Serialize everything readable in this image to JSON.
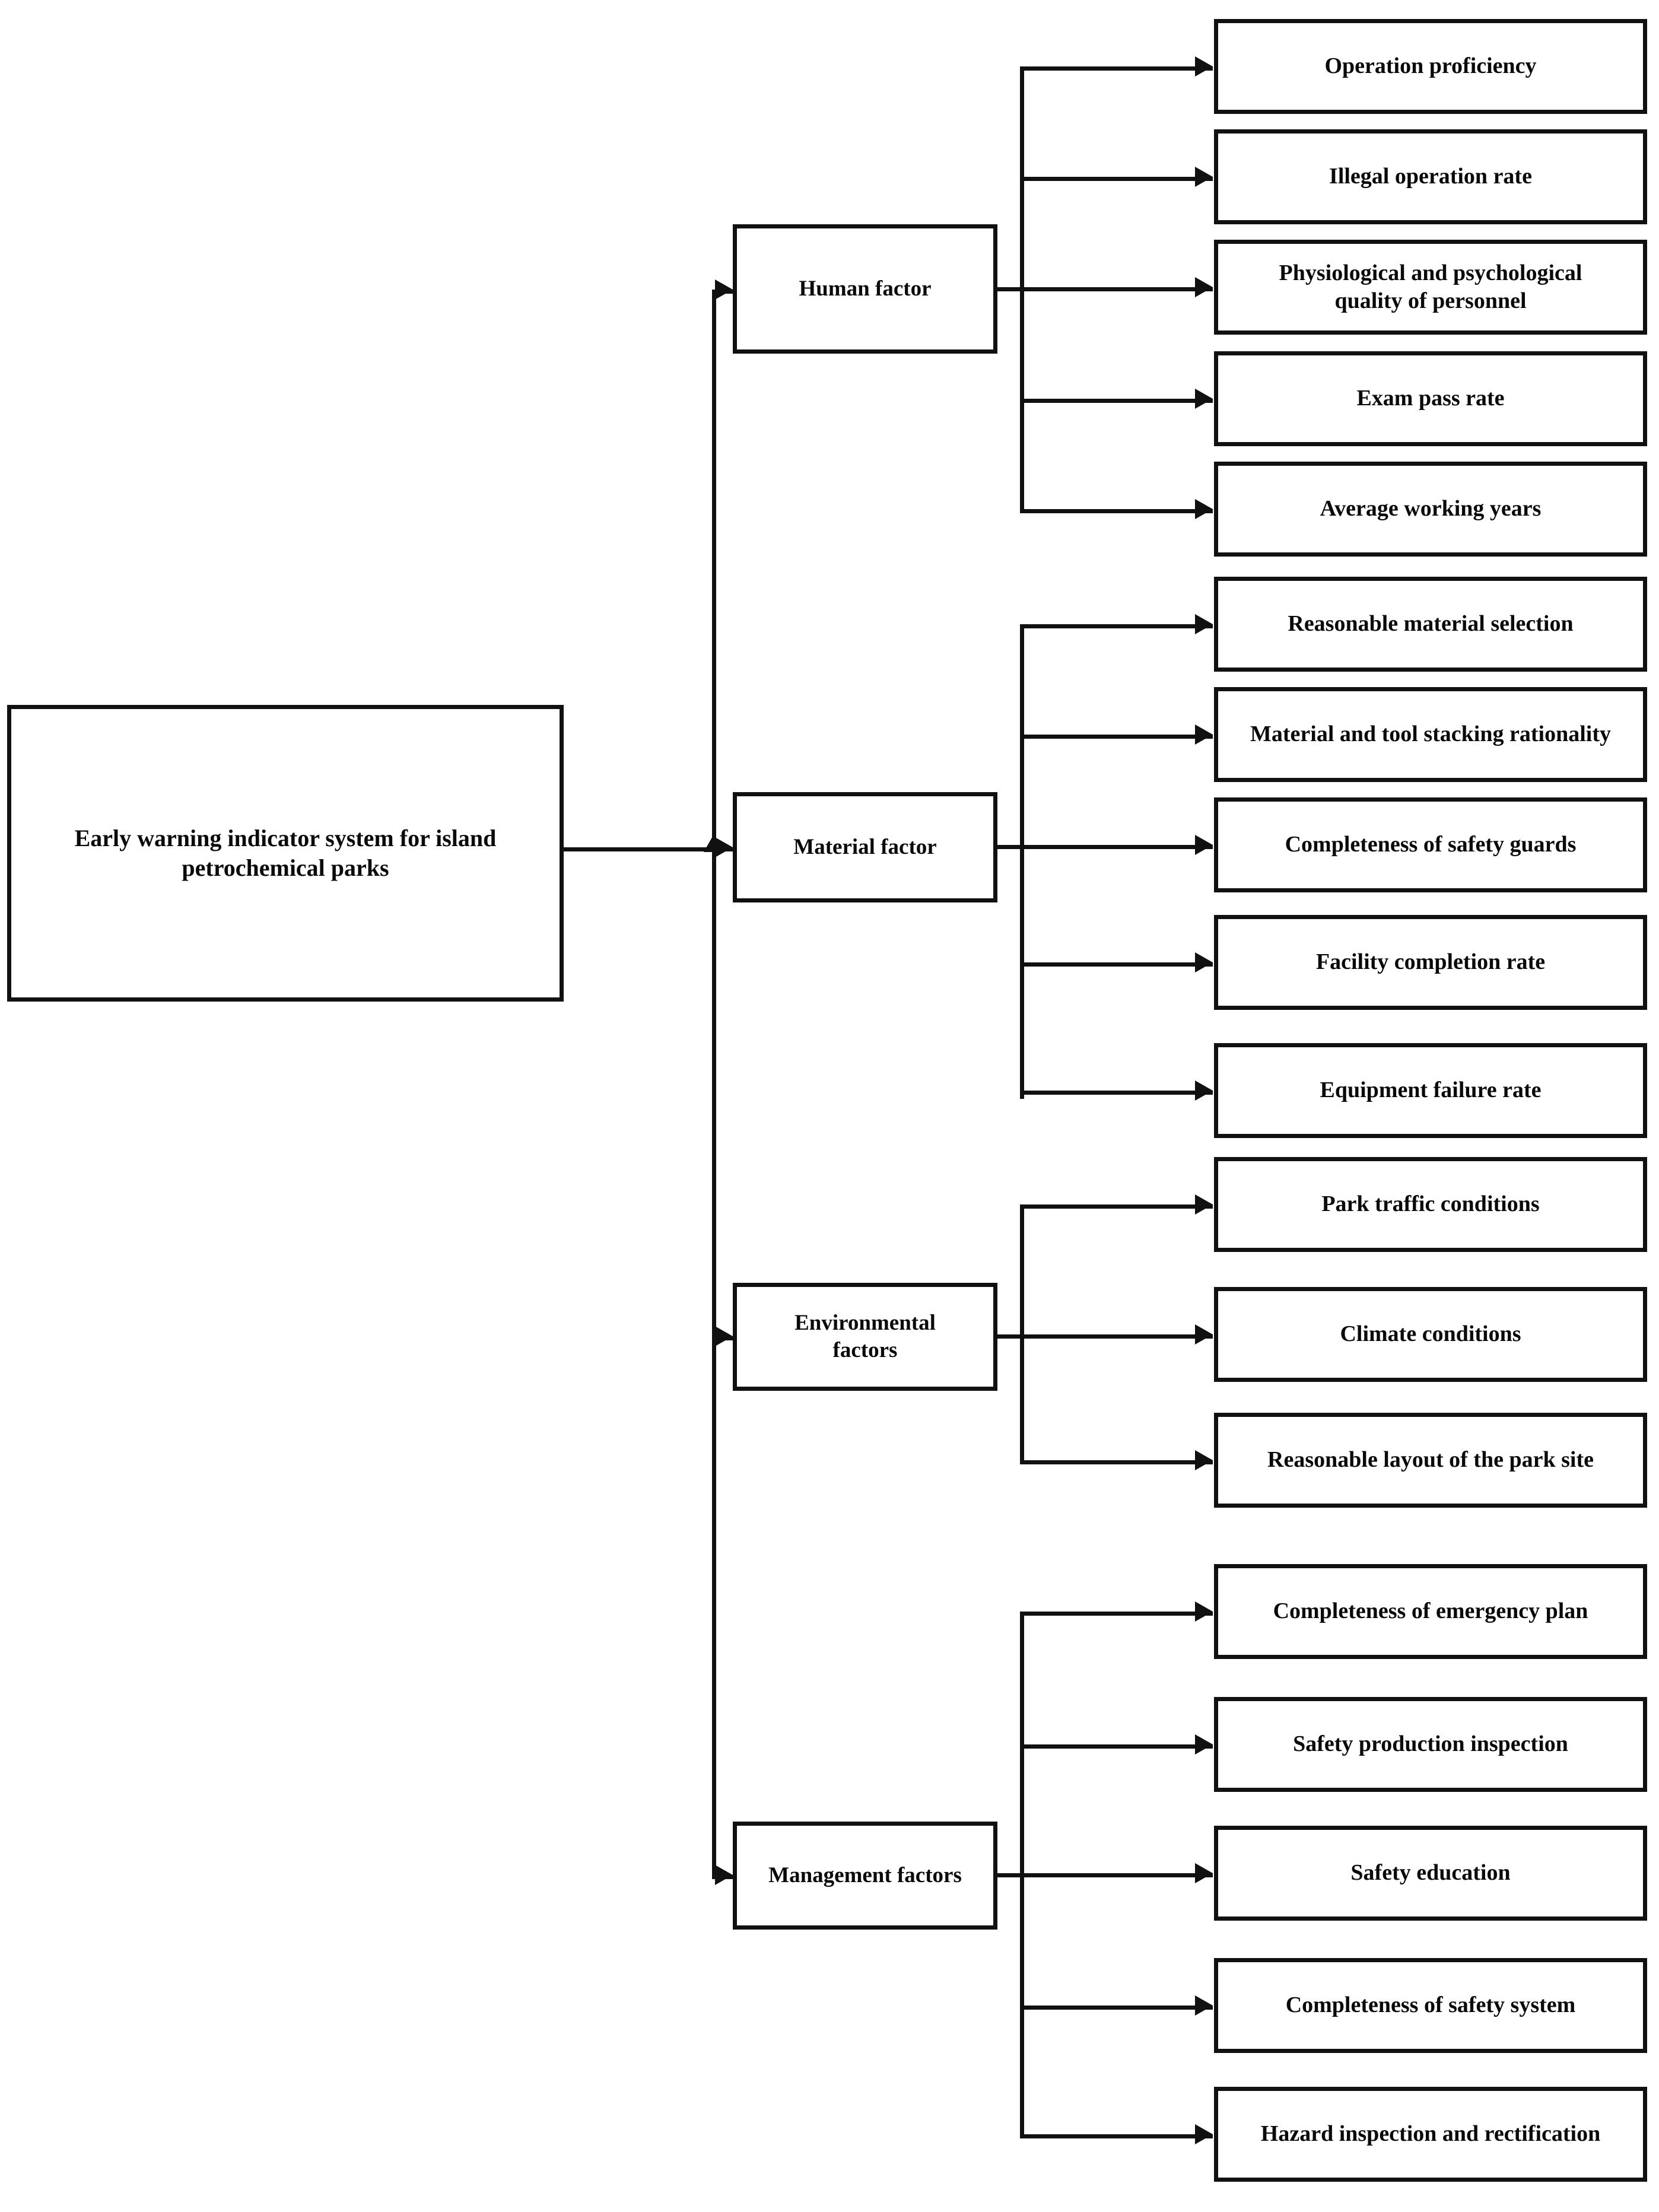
{
  "diagram": {
    "type": "hierarchical-tree",
    "orientation": "left-to-right",
    "title": "Early warning indicator system for island petrochemical parks",
    "root": {
      "label": "Early warning indicator system for island\npetrochemical parks"
    },
    "branches": [
      {
        "id": "human",
        "label": "Human factor",
        "leaves": [
          {
            "label": "Operation proficiency"
          },
          {
            "label": "Illegal operation rate"
          },
          {
            "label": "Physiological and psychological\nquality of personnel"
          },
          {
            "label": "Exam pass rate"
          },
          {
            "label": "Average working years"
          }
        ]
      },
      {
        "id": "material",
        "label": "Material factor",
        "leaves": [
          {
            "label": "Reasonable material selection"
          },
          {
            "label": "Material and tool stacking rationality"
          },
          {
            "label": "Completeness of safety guards"
          },
          {
            "label": "Facility completion rate"
          },
          {
            "label": "Equipment failure rate"
          }
        ]
      },
      {
        "id": "environmental",
        "label": "Environmental\nfactors",
        "leaves": [
          {
            "label": "Park traffic conditions"
          },
          {
            "label": "Climate conditions"
          },
          {
            "label": "Reasonable layout of the park site"
          }
        ]
      },
      {
        "id": "management",
        "label": "Management factors",
        "leaves": [
          {
            "label": "Completeness of emergency plan"
          },
          {
            "label": "Safety production inspection"
          },
          {
            "label": "Safety education"
          },
          {
            "label": "Completeness of safety system"
          },
          {
            "label": "Hazard inspection and rectification"
          }
        ]
      }
    ],
    "colors": {
      "line": "#111111",
      "box_fill": "#ffffff",
      "text": "#0a0a0a",
      "background": "#ffffff"
    }
  }
}
